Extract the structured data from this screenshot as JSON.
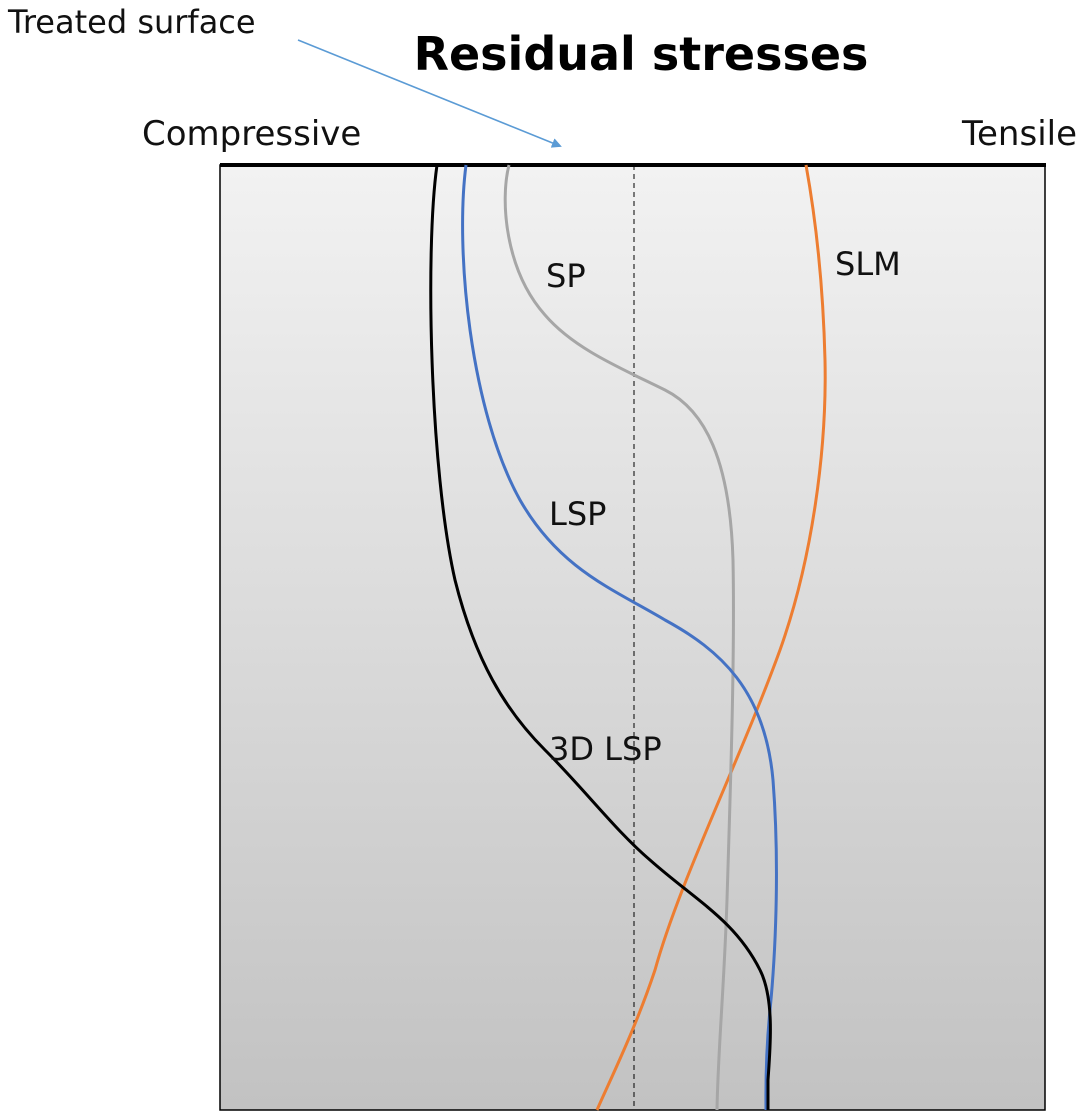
{
  "title": "Residual stresses",
  "annotation": {
    "text": "Treated surface",
    "arrow_color": "#5b9bd5"
  },
  "axis": {
    "left_label": "Compressive",
    "right_label": "Tensile"
  },
  "panel": {
    "gradient_top": "#f2f2f2",
    "gradient_bottom": "#c2c2c2",
    "border_color": "#000000"
  },
  "curves": [
    {
      "id": "sp",
      "label": "SP",
      "color": "#a6a6a6"
    },
    {
      "id": "lsp",
      "label": "LSP",
      "color": "#4472c4"
    },
    {
      "id": "lsp3d",
      "label": "3D LSP",
      "color": "#000000"
    },
    {
      "id": "slm",
      "label": "SLM",
      "color": "#ed7d31"
    }
  ]
}
